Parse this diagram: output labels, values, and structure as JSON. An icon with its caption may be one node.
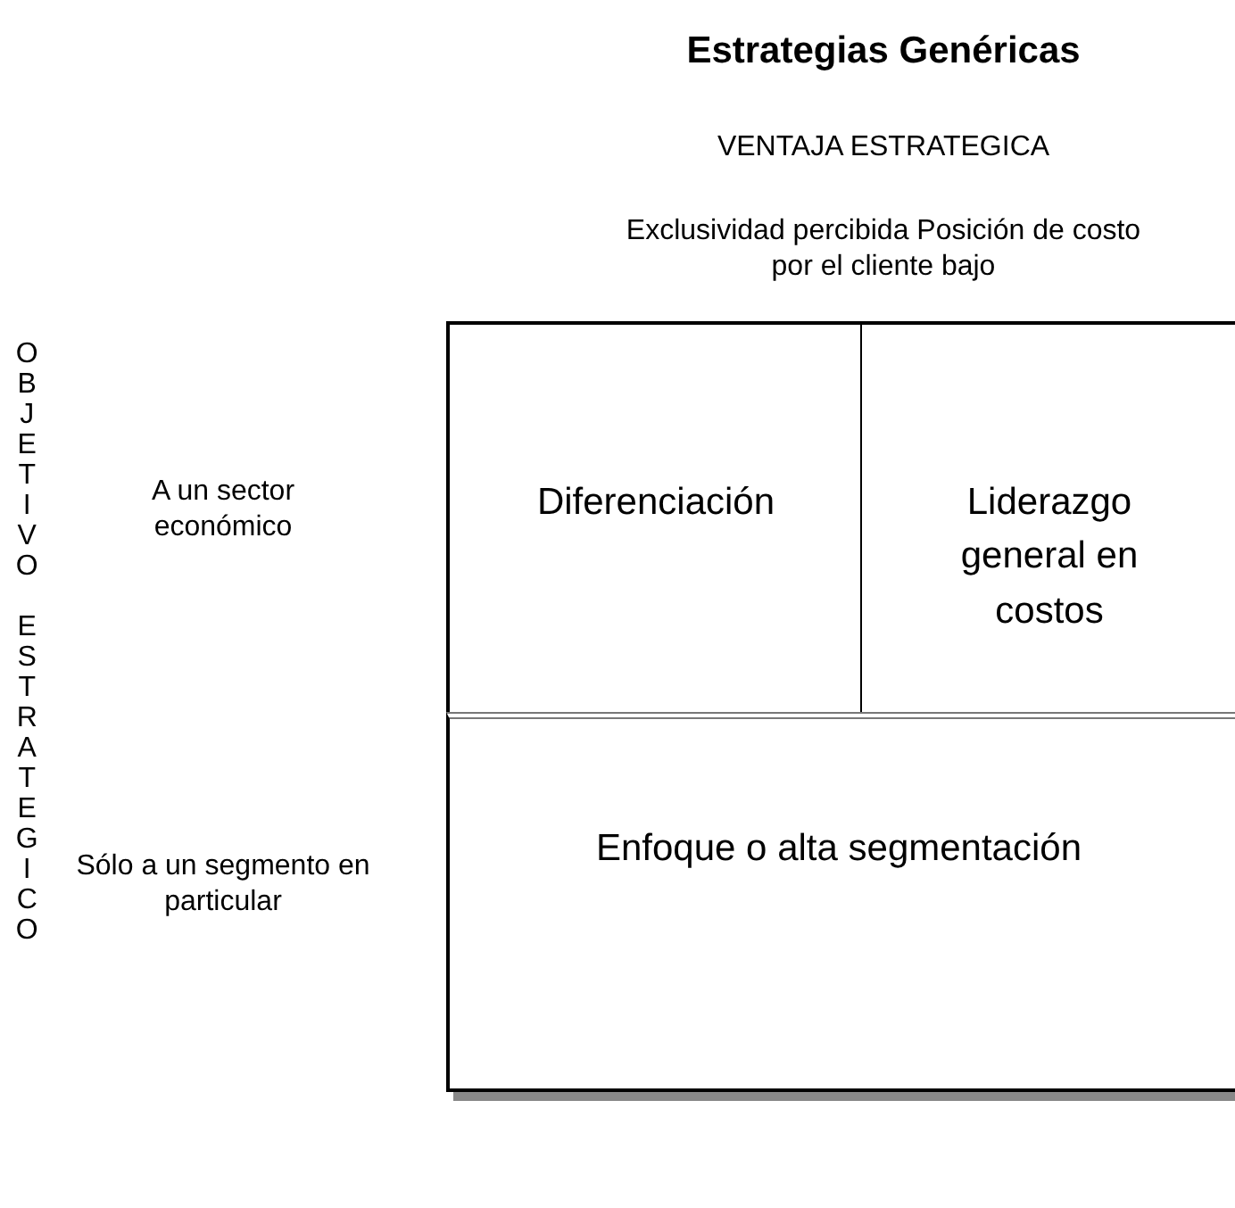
{
  "diagram": {
    "title": "Estrategias Genéricas",
    "nodes": [
      {
        "text": [
          "Diferenciación"
        ]
      },
      {
        "text": [
          "Liderazgo general en costos"
        ]
      },
      {
        "text": [
          "Enfoque o alta segmentación"
        ]
      }
    ],
    "labels": [
      "VENTAJA ESTRATEGICA",
      "Exclusividad percibida Posición de costo por el cliente bajo",
      "OBJETIVO ESTRATEGICO",
      "A un sector económico",
      "Sólo a un segmento en particular"
    ]
  }
}
